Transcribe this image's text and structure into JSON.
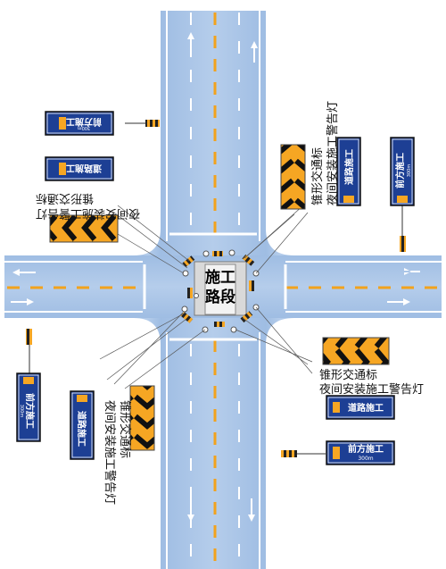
{
  "center": {
    "line1": "施工",
    "line2": "路段"
  },
  "signs": {
    "qianfang": "前方施工",
    "daolu": "道路施工",
    "dist_300m": "300m"
  },
  "labels": {
    "cone_marker": "锥形交通标",
    "night_lamp": "夜间安装施工警告灯"
  },
  "colors": {
    "road": "#a9c4e6",
    "sign_blue": "#1d3f94",
    "chevron_yellow": "#f6a623",
    "center_line": "#f2a21c",
    "lane_white": "#ffffff"
  }
}
